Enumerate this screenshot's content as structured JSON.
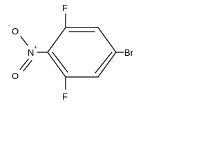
{
  "molecule": {
    "atoms": {
      "fluorine_top": "F",
      "fluorine_bottom": "F",
      "bromine": "Br",
      "nitro_nitrogen": "N",
      "nitro_nitrogen_charge": "+",
      "nitro_oxygen_top": "O",
      "nitro_oxygen_top_charge": "-",
      "nitro_oxygen_bottom": "O"
    }
  }
}
